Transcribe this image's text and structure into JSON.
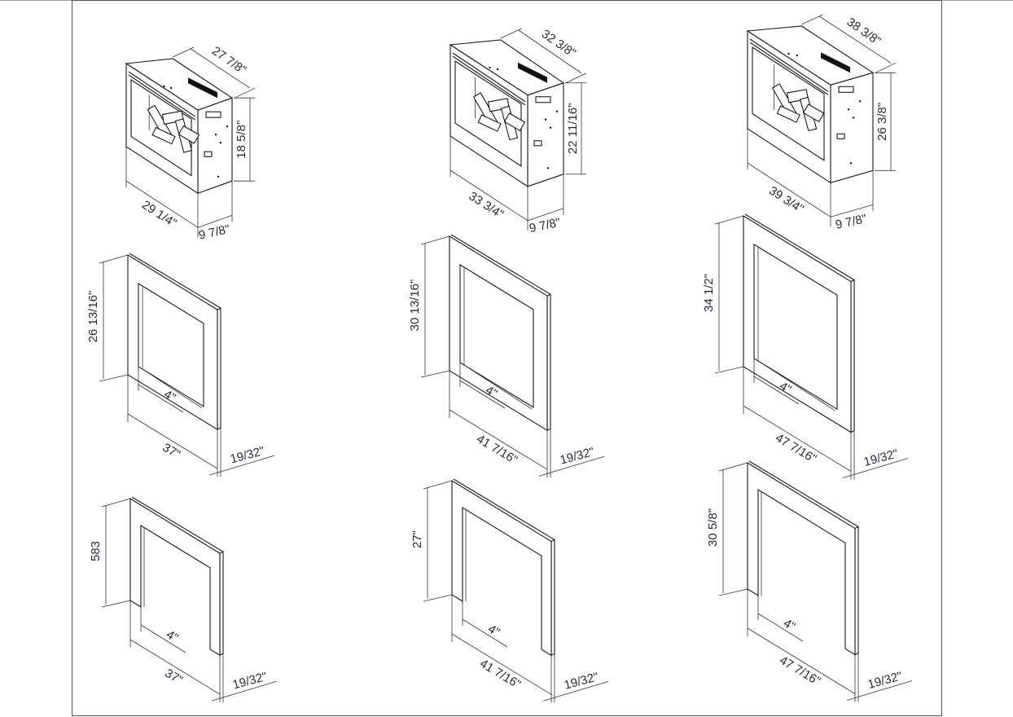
{
  "units": [
    {
      "depth_top": "27 7/8\"",
      "height": "18 5/8\"",
      "width": "29 1/4\"",
      "depth": "9 7/8\""
    },
    {
      "depth_top": "32 3/8\"",
      "height": "22 11/16\"",
      "width": "33 3/4\"",
      "depth": "9 7/8\""
    },
    {
      "depth_top": "38 3/8\"",
      "height": "26 3/8\"",
      "width": "39 3/4\"",
      "depth": "9 7/8\""
    }
  ],
  "frames": [
    {
      "height": "26 13/16\"",
      "border": "4\"",
      "width": "37\"",
      "thickness": "19/32\""
    },
    {
      "height": "30 13/16\"",
      "border": "4\"",
      "width": "41 7/16\"",
      "thickness": "19/32\""
    },
    {
      "height": "34 1/2\"",
      "border": "4\"",
      "width": "47 7/16\"",
      "thickness": "19/32\""
    }
  ],
  "trims": [
    {
      "height": "583",
      "border": "4\"",
      "width": "37\"",
      "thickness": "19/32\""
    },
    {
      "height": "27\"",
      "border": "4\"",
      "width": "41 7/16\"",
      "thickness": "19/32\""
    },
    {
      "height": "30 5/8\"",
      "border": "4\"",
      "width": "47 7/16\"",
      "thickness": "19/32\""
    }
  ]
}
